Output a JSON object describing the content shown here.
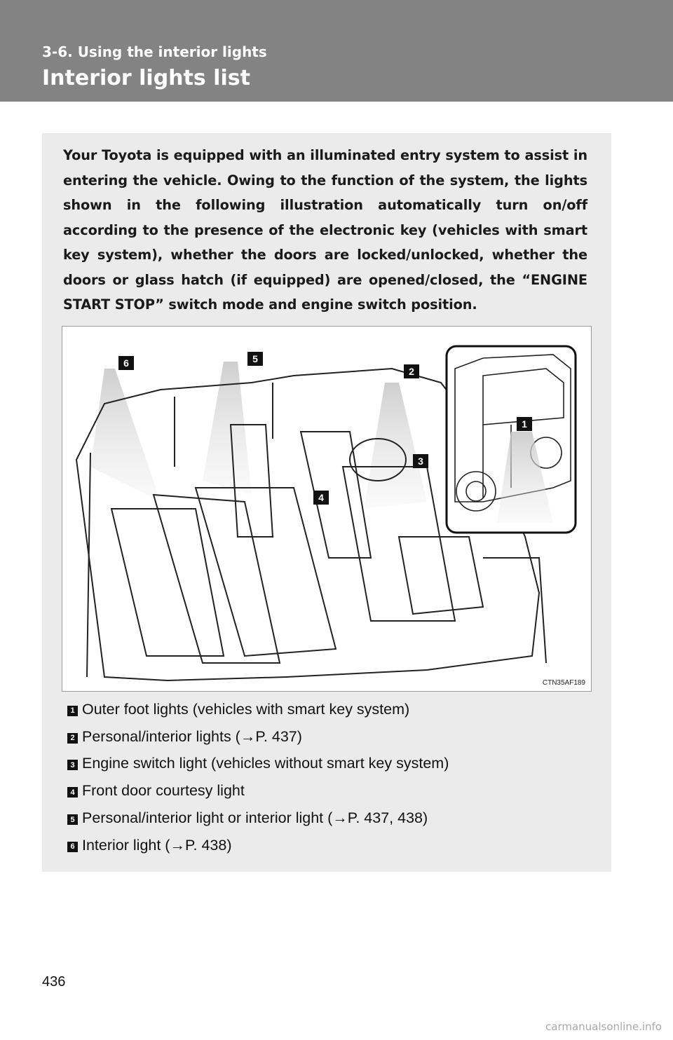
{
  "header": {
    "section": "3-6. Using the interior lights",
    "title": "Interior lights list"
  },
  "intro": "Your Toyota is equipped with an illuminated entry system to assist in entering the vehicle. Owing to the function of the system, the lights shown in the following illustration automatically turn on/off according to the presence of the electronic key (vehicles with smart key system), whether the doors are locked/unlocked, whether the doors or glass hatch (if equipped) are opened/closed, the “ENGINE START STOP” switch mode and engine switch position.",
  "figure": {
    "code": "CTN35AF189",
    "callouts": [
      "1",
      "2",
      "3",
      "4",
      "5",
      "6"
    ]
  },
  "legend": [
    {
      "num": "1",
      "text": "Outer foot lights (vehicles with smart key system)"
    },
    {
      "num": "2",
      "text": "Personal/interior lights (→P. 437)"
    },
    {
      "num": "3",
      "text": "Engine switch light (vehicles without smart key system)"
    },
    {
      "num": "4",
      "text": "Front door courtesy light"
    },
    {
      "num": "5",
      "text": "Personal/interior light or interior light (→P. 437, 438)"
    },
    {
      "num": "6",
      "text": "Interior light (→P. 438)"
    }
  ],
  "page_number": "436",
  "watermark": "carmanualsonline.info"
}
